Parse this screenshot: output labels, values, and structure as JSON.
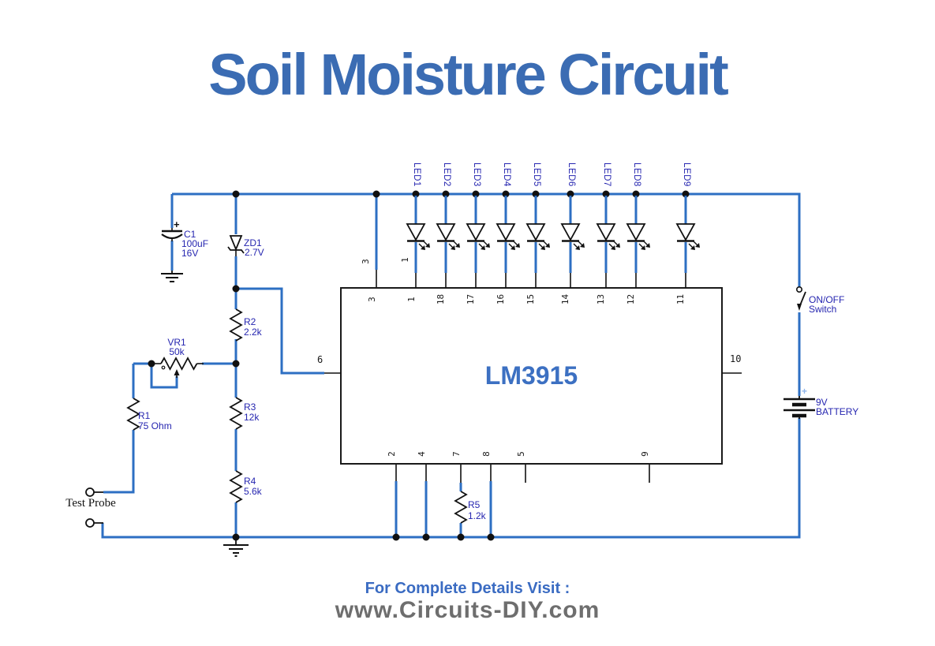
{
  "title": "Soil Moisture Circuit",
  "footer": {
    "line1": "For Complete Details Visit :",
    "line2": "www.Circuits-DIY.com"
  },
  "colors": {
    "wire_blue": "#2d6fc3",
    "label_navy": "#2626b0",
    "title_blue": "#3b6cb3",
    "ic_text_blue": "#3c70c2",
    "footer_gray": "#6e6e6e",
    "symbol_black": "#111111"
  },
  "ic": {
    "label": "LM3915",
    "top_pins": [
      "3",
      "1",
      "18",
      "17",
      "16",
      "15",
      "14",
      "13",
      "12",
      "11"
    ],
    "bottom_pins": [
      "2",
      "4",
      "7",
      "8",
      "5",
      "9"
    ],
    "left_pin": "6",
    "right_pin": "10"
  },
  "wire_labels": {
    "pin3": "3",
    "pin1": "1"
  },
  "leds": [
    {
      "label": "LED1"
    },
    {
      "label": "LED2"
    },
    {
      "label": "LED3"
    },
    {
      "label": "LED4"
    },
    {
      "label": "LED5"
    },
    {
      "label": "LED6"
    },
    {
      "label": "LED7"
    },
    {
      "label": "LED8"
    },
    {
      "label": "LED9"
    }
  ],
  "components": {
    "c1": {
      "ref": "C1",
      "value": "100uF",
      "rating": "16V",
      "plus": "+"
    },
    "zd1": {
      "ref": "ZD1",
      "value": "2.7V"
    },
    "r1": {
      "ref": "R1",
      "value": "75 Ohm"
    },
    "r2": {
      "ref": "R2",
      "value": "2.2k"
    },
    "r3": {
      "ref": "R3",
      "value": "12k"
    },
    "r4": {
      "ref": "R4",
      "value": "5.6k"
    },
    "r5": {
      "ref": "R5",
      "value": "1.2k"
    },
    "vr1": {
      "ref": "VR1",
      "value": "50k"
    },
    "switch": {
      "line1": "ON/OFF",
      "line2": "Switch"
    },
    "battery": {
      "line1": "9V",
      "line2": "BATTERY",
      "plus": "+"
    },
    "test_probe": {
      "label": "Test Probe"
    }
  }
}
